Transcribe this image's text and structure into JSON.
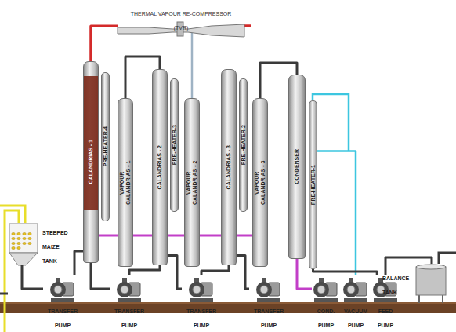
{
  "diagram": {
    "nodes": [
      {
        "text": [
          "THERMAL VAPOUR RE-COMPRESSOR (TVR)"
        ]
      },
      {
        "text": [
          "CALANDRIAS - 1"
        ]
      },
      {
        "text": [
          "PRE-HEATER-4"
        ]
      },
      {
        "text": [
          "VAPOUR CALANDRIAS - 1"
        ]
      },
      {
        "text": [
          "CALANDRIAS - 2"
        ]
      },
      {
        "text": [
          "PRE-HEATER-3"
        ]
      },
      {
        "text": [
          "VAPOUR CALANDRIAS - 2"
        ]
      },
      {
        "text": [
          "CALANDRIAS - 3"
        ]
      },
      {
        "text": [
          "PRE-HEATER-2"
        ]
      },
      {
        "text": [
          "VAPOUR CALANDRIAS - 3"
        ]
      },
      {
        "text": [
          "CONDENSER"
        ]
      },
      {
        "text": [
          "PRE-HEATER-1"
        ]
      },
      {
        "text": [
          "STEEPED MAIZE TANK"
        ]
      },
      {
        "text": [
          "TRANSFER PUMP"
        ]
      },
      {
        "text": [
          "TRANSFER PUMP"
        ]
      },
      {
        "text": [
          "TRANSFER PUMP"
        ]
      },
      {
        "text": [
          "TRANSFER PUMP"
        ]
      },
      {
        "text": [
          "COND. PUMP"
        ]
      },
      {
        "text": [
          "VACUUM PUMP"
        ]
      },
      {
        "text": [
          "FEED PUMP"
        ]
      },
      {
        "text": [
          "BALANCE TANK"
        ]
      }
    ],
    "edges": [
      {
        "from": 0,
        "to": 1,
        "arrow": "none"
      },
      {
        "from": 6,
        "to": 0,
        "arrow": "none"
      },
      {
        "from": 12,
        "to": 13,
        "arrow": "none"
      },
      {
        "from": 13,
        "to": 1,
        "arrow": "none"
      },
      {
        "from": 1,
        "to": 14,
        "arrow": "none"
      },
      {
        "from": 14,
        "to": 4,
        "arrow": "none"
      },
      {
        "from": 4,
        "to": 15,
        "arrow": "none"
      },
      {
        "from": 15,
        "to": 7,
        "arrow": "none"
      },
      {
        "from": 7,
        "to": 16,
        "arrow": "none"
      },
      {
        "from": 1,
        "to": 3,
        "arrow": "none"
      },
      {
        "from": 3,
        "to": 4,
        "arrow": "none"
      },
      {
        "from": 4,
        "to": 6,
        "arrow": "none"
      },
      {
        "from": 6,
        "to": 7,
        "arrow": "none"
      },
      {
        "from": 7,
        "to": 9,
        "arrow": "none"
      },
      {
        "from": 3,
        "to": 4,
        "arrow": "none"
      },
      {
        "from": 9,
        "to": 10,
        "arrow": "none"
      },
      {
        "from": 10,
        "to": 17,
        "arrow": "none"
      },
      {
        "from": 11,
        "to": 18,
        "arrow": "none"
      },
      {
        "from": 20,
        "to": 19,
        "arrow": "none"
      },
      {
        "from": 19,
        "to": 11,
        "arrow": "none"
      }
    ]
  }
}
